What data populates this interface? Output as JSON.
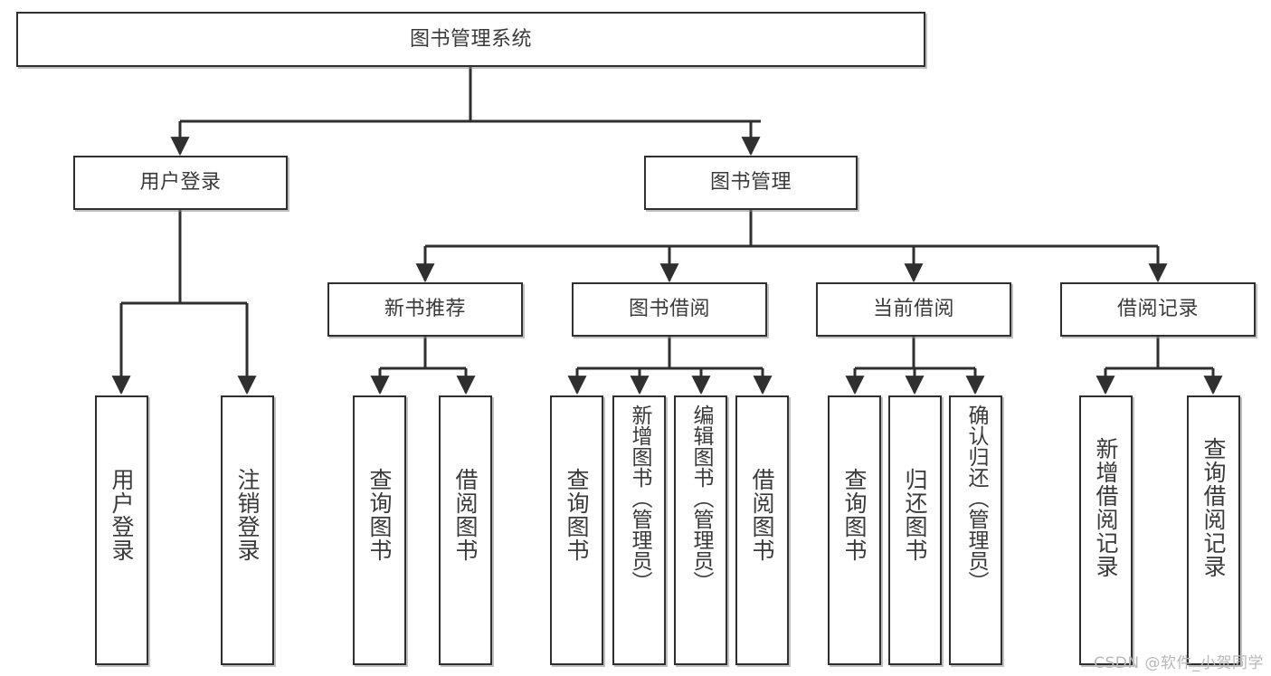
{
  "diagram": {
    "title": "图书管理系统",
    "type": "tree-hierarchy",
    "watermark": "CSDN @软件_小贺同学",
    "colors": {
      "box_border": "#2f2f2f",
      "box_fill": "#ffffff",
      "text": "#3a3a3a",
      "edge": "#2f2f2f",
      "watermark": "#b9b9b9"
    },
    "levels": {
      "root": "图书管理系统",
      "level1": [
        "用户登录",
        "图书管理"
      ],
      "level2": [
        "新书推荐",
        "图书借阅",
        "当前借阅",
        "借阅记录"
      ],
      "leaves": [
        "用户登录",
        "注销登录",
        "查询图书",
        "借阅图书",
        "查询图书",
        "新增图书（管理员）",
        "编辑图书（管理员）",
        "借阅图书",
        "查询图书",
        "归还图书",
        "确认归还（管理员）",
        "新增借阅记录",
        "查询借阅记录"
      ]
    },
    "nodes": {
      "root": {
        "label": "图书管理系统"
      },
      "user_login": {
        "label": "用户登录"
      },
      "book_manage": {
        "label": "图书管理"
      },
      "new_book_rec": {
        "label": "新书推荐"
      },
      "book_borrow": {
        "label": "图书借阅"
      },
      "current_borrow": {
        "label": "当前借阅"
      },
      "borrow_record": {
        "label": "借阅记录"
      },
      "leaf_user_login": {
        "label": "用户登录"
      },
      "leaf_logout": {
        "label": "注销登录"
      },
      "leaf_query_book_1": {
        "label": "查询图书"
      },
      "leaf_borrow_book_1": {
        "label": "借阅图书"
      },
      "leaf_query_book_2": {
        "label": "查询图书"
      },
      "leaf_add_book": {
        "label": "新增图书（管理员）"
      },
      "leaf_edit_book": {
        "label": "编辑图书（管理员）"
      },
      "leaf_borrow_book_2": {
        "label": "借阅图书"
      },
      "leaf_query_book_3": {
        "label": "查询图书"
      },
      "leaf_return_book": {
        "label": "归还图书"
      },
      "leaf_confirm_return": {
        "label": "确认归还（管理员）"
      },
      "leaf_add_record": {
        "label": "新增借阅记录"
      },
      "leaf_query_record": {
        "label": "查询借阅记录"
      }
    },
    "edges": [
      {
        "from": "root",
        "to": "user_login"
      },
      {
        "from": "root",
        "to": "book_manage"
      },
      {
        "from": "user_login",
        "to": "leaf_user_login"
      },
      {
        "from": "user_login",
        "to": "leaf_logout"
      },
      {
        "from": "book_manage",
        "to": "new_book_rec"
      },
      {
        "from": "book_manage",
        "to": "book_borrow"
      },
      {
        "from": "book_manage",
        "to": "current_borrow"
      },
      {
        "from": "book_manage",
        "to": "borrow_record"
      },
      {
        "from": "new_book_rec",
        "to": "leaf_query_book_1"
      },
      {
        "from": "new_book_rec",
        "to": "leaf_borrow_book_1"
      },
      {
        "from": "book_borrow",
        "to": "leaf_query_book_2"
      },
      {
        "from": "book_borrow",
        "to": "leaf_add_book"
      },
      {
        "from": "book_borrow",
        "to": "leaf_edit_book"
      },
      {
        "from": "book_borrow",
        "to": "leaf_borrow_book_2"
      },
      {
        "from": "current_borrow",
        "to": "leaf_query_book_3"
      },
      {
        "from": "current_borrow",
        "to": "leaf_return_book"
      },
      {
        "from": "current_borrow",
        "to": "leaf_confirm_return"
      },
      {
        "from": "borrow_record",
        "to": "leaf_add_record"
      },
      {
        "from": "borrow_record",
        "to": "leaf_query_record"
      }
    ]
  }
}
